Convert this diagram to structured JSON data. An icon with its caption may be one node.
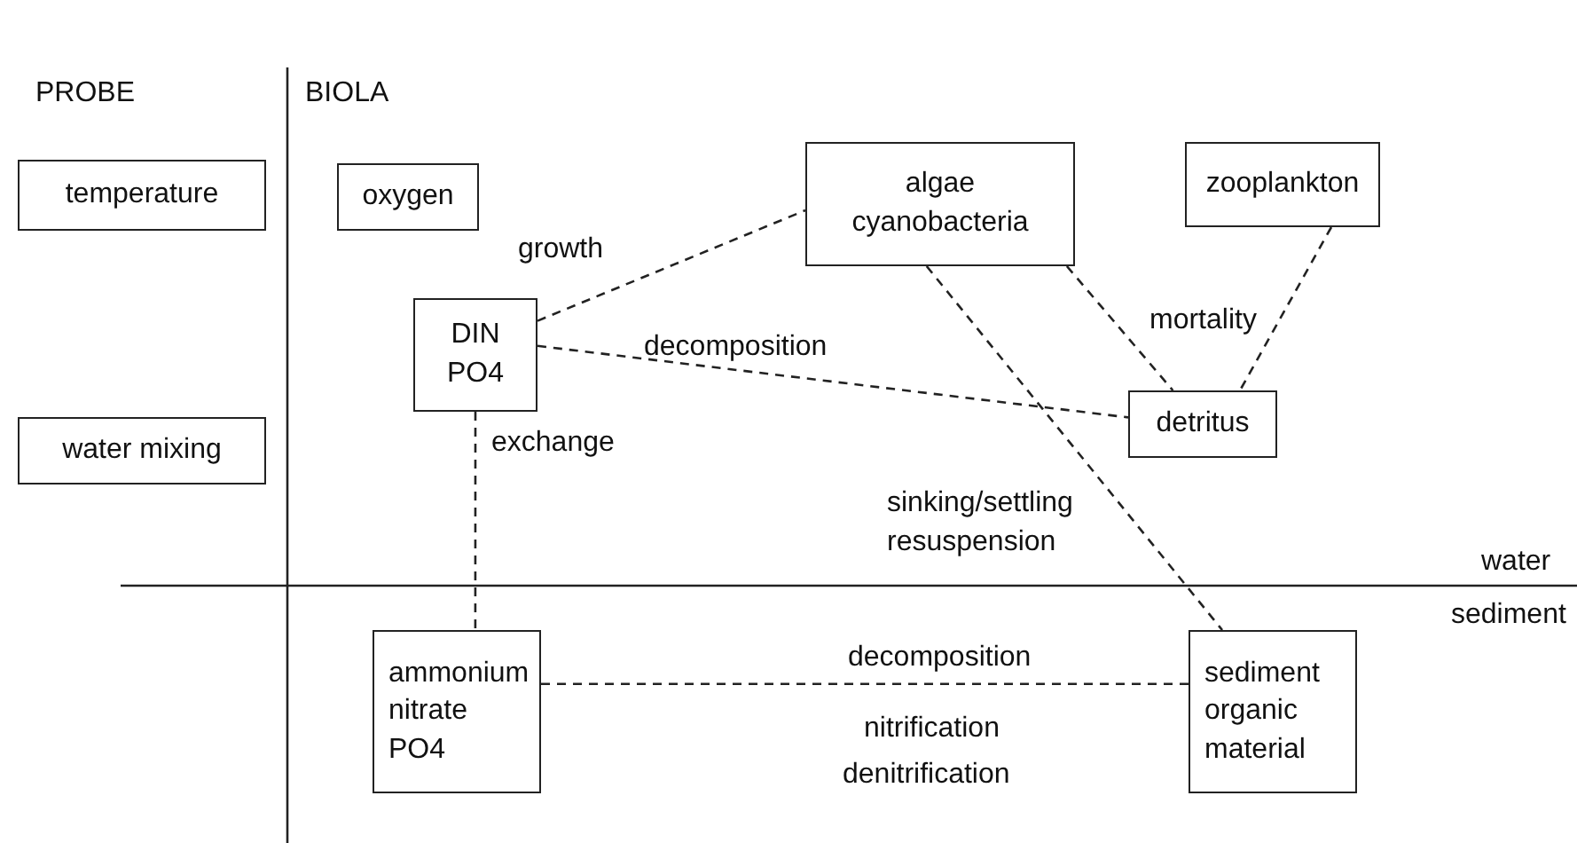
{
  "diagram": {
    "nodes": [
      {
        "text": [
          "temperature"
        ]
      },
      {
        "text": [
          "oxygen"
        ]
      },
      {
        "text": [
          "algae cyanobacteria"
        ]
      },
      {
        "text": [
          "zooplankton"
        ]
      },
      {
        "text": [
          "DIN PO4"
        ]
      },
      {
        "text": [
          "detritus"
        ]
      },
      {
        "text": [
          "water mixing"
        ]
      },
      {
        "text": [
          "ammonium nitrate PO4"
        ]
      },
      {
        "text": [
          "sediment organic material"
        ]
      }
    ],
    "edges": [
      {
        "from": 4,
        "to": 2,
        "arrow": "none",
        "style": "dashed",
        "label": "growth"
      },
      {
        "from": 4,
        "to": 5,
        "arrow": "none",
        "style": "dashed",
        "label": "decomposition"
      },
      {
        "from": 2,
        "to": 5,
        "arrow": "none",
        "style": "dashed",
        "label": "mortality"
      },
      {
        "from": 3,
        "to": 5,
        "arrow": "none",
        "style": "dashed"
      },
      {
        "from": 4,
        "to": 7,
        "arrow": "none",
        "style": "dashed",
        "label": "exchange"
      },
      {
        "from": 2,
        "to": 8,
        "arrow": "none",
        "style": "dashed",
        "label": "sinking/settling resuspension"
      },
      {
        "from": 7,
        "to": 8,
        "arrow": "none",
        "style": "dashed",
        "label": "decomposition"
      }
    ],
    "labels": [
      "PROBE",
      "BIOLA",
      "water",
      "sediment",
      "nitrification",
      "denitrification"
    ]
  }
}
